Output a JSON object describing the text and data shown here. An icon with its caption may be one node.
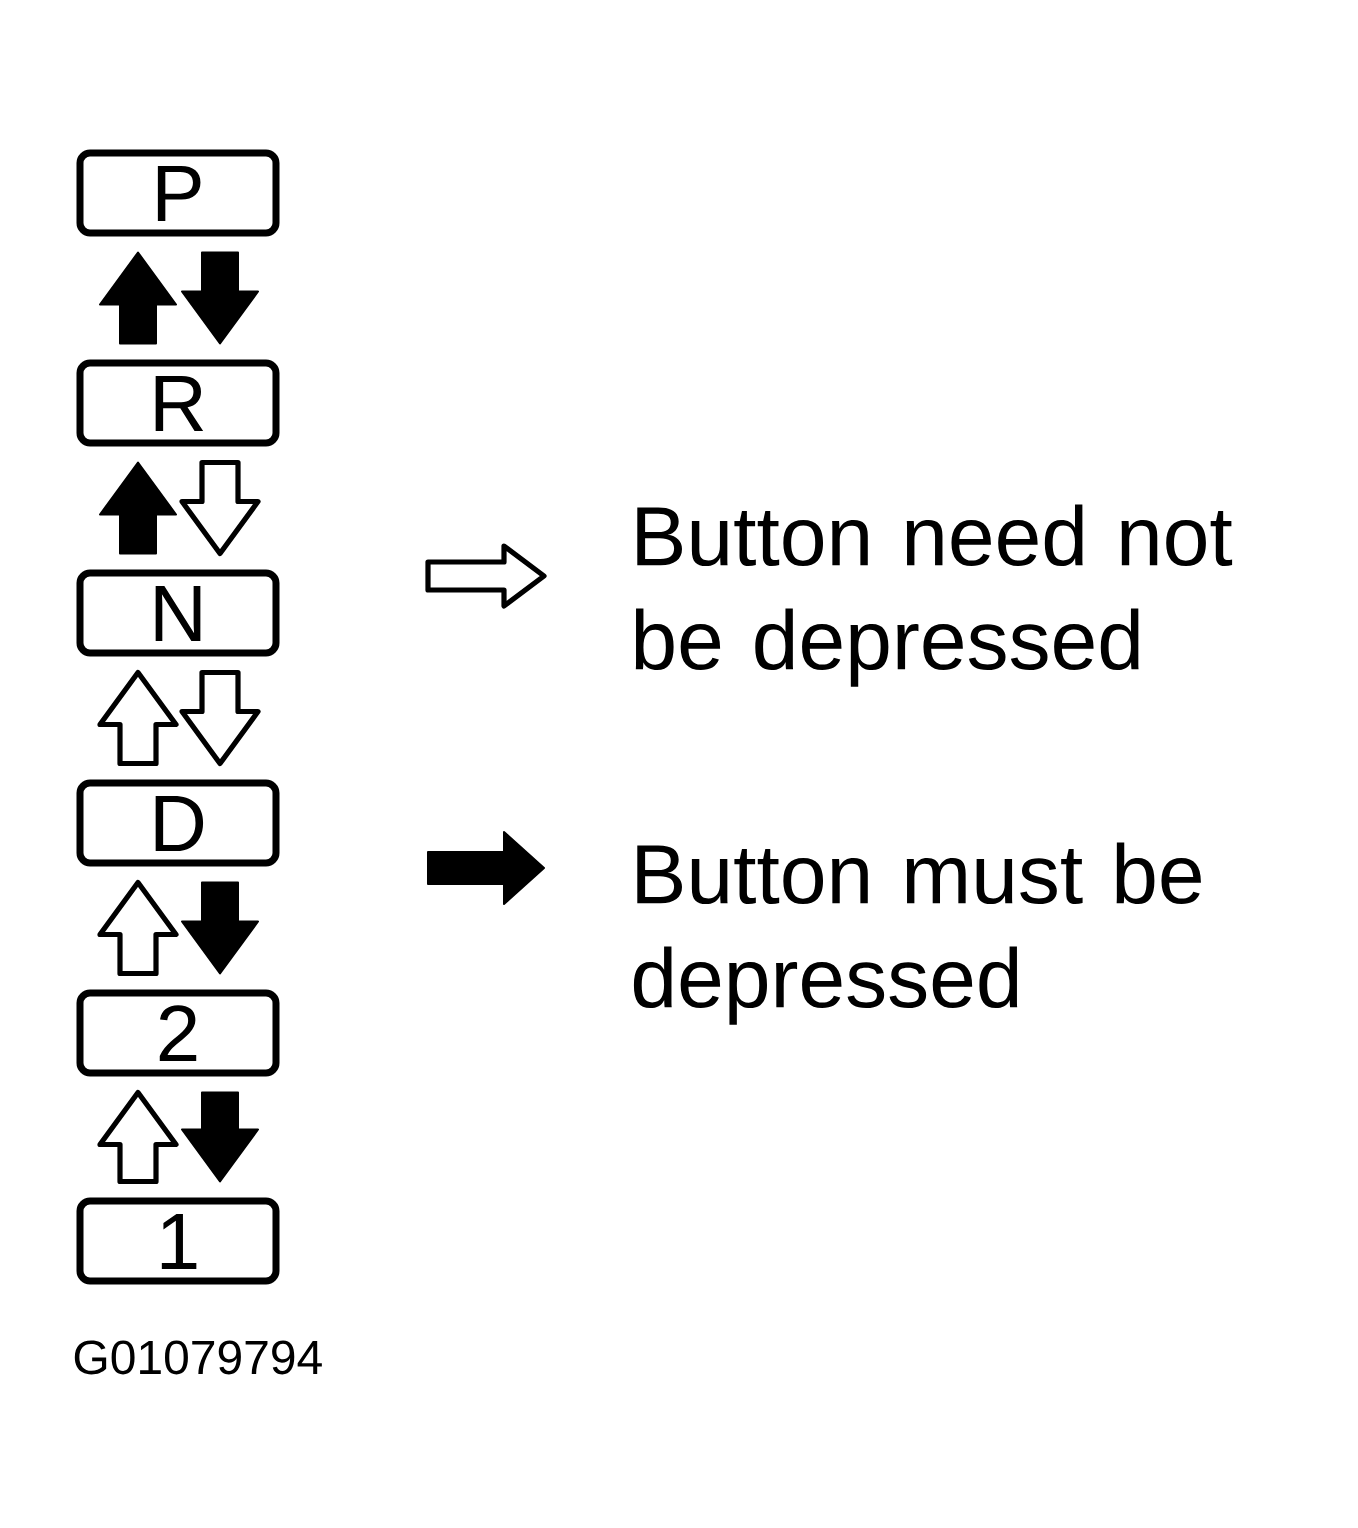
{
  "diagram": {
    "nodes": [
      {
        "text": [
          "P"
        ]
      },
      {
        "text": [
          "R"
        ]
      },
      {
        "text": [
          "N"
        ]
      },
      {
        "text": [
          "D"
        ]
      },
      {
        "text": [
          "2"
        ]
      },
      {
        "text": [
          "1"
        ]
      }
    ],
    "edges": [
      {
        "from": 1,
        "to": 0,
        "arrow": "to",
        "style": "thick"
      },
      {
        "from": 0,
        "to": 1,
        "arrow": "to",
        "style": "thick"
      },
      {
        "from": 2,
        "to": 1,
        "arrow": "to",
        "style": "thick"
      },
      {
        "from": 1,
        "to": 2,
        "arrow": "to"
      },
      {
        "from": 3,
        "to": 2,
        "arrow": "to"
      },
      {
        "from": 2,
        "to": 3,
        "arrow": "to"
      },
      {
        "from": 4,
        "to": 3,
        "arrow": "to"
      },
      {
        "from": 3,
        "to": 4,
        "arrow": "to",
        "style": "thick"
      },
      {
        "from": 5,
        "to": 4,
        "arrow": "to"
      },
      {
        "from": 4,
        "to": 5,
        "arrow": "to",
        "style": "thick"
      }
    ],
    "labels": [
      "G01079794"
    ],
    "legend": [
      {
        "text": "Button need not be depressed"
      },
      {
        "text": "Button must be depressed"
      }
    ]
  }
}
